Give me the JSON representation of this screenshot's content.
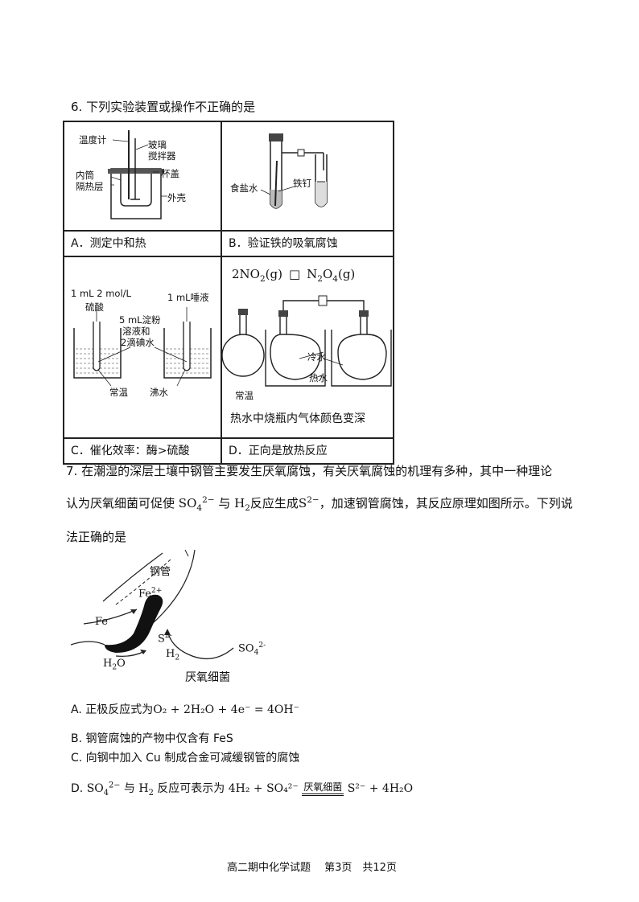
{
  "q6": {
    "title": "6. 下列实验装置或操作不正确的是",
    "cellA": {
      "labels": {
        "thermometer": "温度计",
        "glass": "玻璃",
        "stirrer": "搅拌器",
        "inner": "内筒",
        "lid": "杯盖",
        "insulation": "隔热层",
        "shell": "外壳"
      },
      "caption": "A．测定中和热"
    },
    "cellB": {
      "labels": {
        "salt_water": "食盐水",
        "nail": "铁钉"
      },
      "caption": "B．验证铁的吸氧腐蚀"
    },
    "cellC": {
      "labels": {
        "acid_amount": "1 mL 2 mol/L",
        "acid": "硫酸",
        "starch1": "5 mL淀粉",
        "starch2": "溶液和",
        "starch3": "2滴碘水",
        "saliva": "1 mL唾液",
        "room_temp": "常温",
        "boiling": "沸水"
      },
      "caption": "C．催化效率：酶>硫酸"
    },
    "cellD": {
      "equation_left": "2NO",
      "equation_mid": "(g)",
      "equation_box": "□",
      "equation_right": "N",
      "equation_right_end": "(g)",
      "labels": {
        "room_temp": "常温",
        "cold": "冷水",
        "hot": "热水"
      },
      "note": "热水中烧瓶内气体颜色变深",
      "caption": "D．正向是放热反应"
    }
  },
  "q7": {
    "line1": "7. 在潮湿的深层土壤中钢管主要发生厌氧腐蚀，有关厌氧腐蚀的机理有多种，其中一种理论",
    "line2a": "认为厌氧细菌可促使",
    "line2b": "与",
    "line2c": "反应生成",
    "line2d": "，加速钢管腐蚀，其反应原理如图所示。下列说",
    "line3": "法正确的是",
    "figure": {
      "pipe": "钢管",
      "fe2": "Fe",
      "fe": "Fe",
      "s2": "S",
      "h2o": "H",
      "h2": "H",
      "so4": "SO",
      "bacteria": "厌氧细菌"
    },
    "options": {
      "A_prefix": "A. 正极反应式为",
      "A_formula": "O₂ + 2H₂O + 4e⁻ = 4OH⁻",
      "B": "B. 钢管腐蚀的产物中仅含有 FeS",
      "C": "C. 向钢中加入 Cu 制成合金可减缓钢管的腐蚀",
      "D_prefix": "D.",
      "D_mid": "与",
      "D_mid2": "反应可表示为",
      "D_condition": "厌氧细菌",
      "D_left": "4H₂ + SO₄²⁻",
      "D_right": "S²⁻ + 4H₂O"
    }
  },
  "footer": "高二期中化学试题　 第3页　共12页"
}
